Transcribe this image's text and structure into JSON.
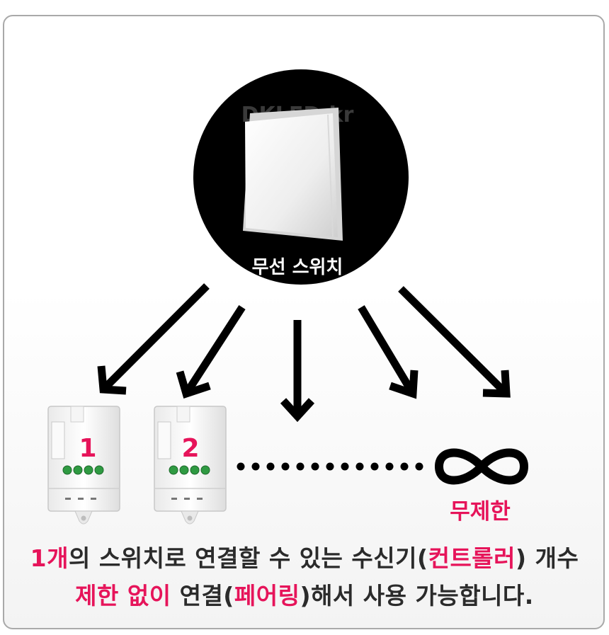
{
  "watermark": "DKLED.kr",
  "switch_label": "무선 스위치",
  "receivers": [
    {
      "number": "1"
    },
    {
      "number": "2"
    }
  ],
  "unlimited_label": "무제한",
  "caption": {
    "line1": [
      {
        "text": "1개",
        "highlight": true
      },
      {
        "text": "의 스위치로 연결할 수 있는 수신기(",
        "highlight": false
      },
      {
        "text": "컨트롤러",
        "highlight": true
      },
      {
        "text": ") 개수",
        "highlight": false
      }
    ],
    "line2": [
      {
        "text": "제한 없이",
        "highlight": true
      },
      {
        "text": " 연결(",
        "highlight": false
      },
      {
        "text": "페어링",
        "highlight": true
      },
      {
        "text": ")해서 사용 가능합니다.",
        "highlight": false
      }
    ]
  },
  "colors": {
    "accent": "#e6145a",
    "text": "#2b2b2b",
    "circle": "#000000",
    "terminal_green": "#3aa84a"
  },
  "icons": [
    "wireless-switch",
    "arrow-down",
    "receiver-module",
    "infinity-symbol"
  ]
}
